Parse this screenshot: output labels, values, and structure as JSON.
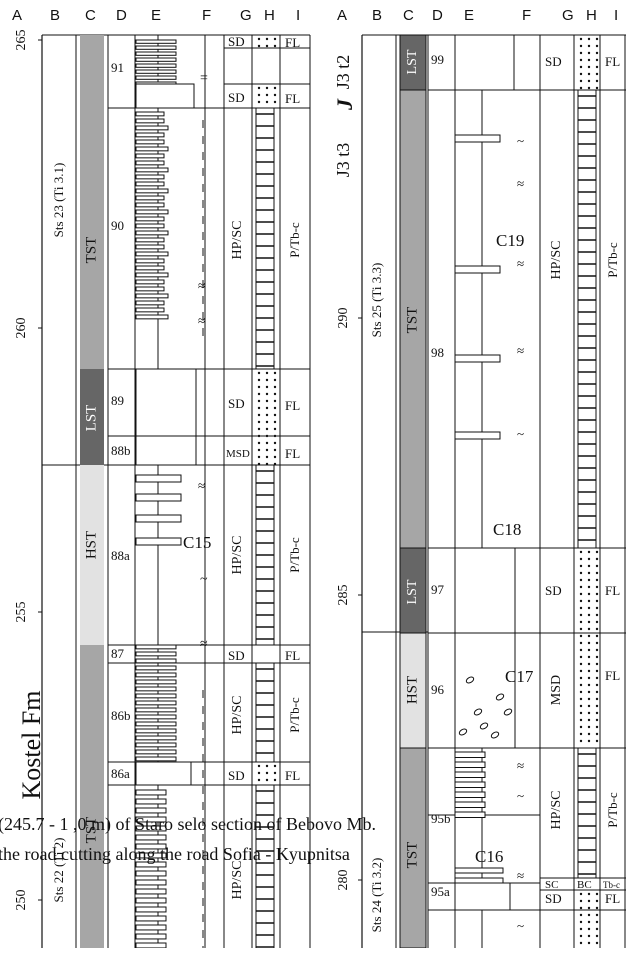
{
  "column_letters": [
    "A",
    "B",
    "C",
    "D",
    "E",
    "F",
    "G",
    "H",
    "I"
  ],
  "left_column": {
    "scale_labels": [
      "265",
      "260",
      "255",
      "250"
    ],
    "sequences": [
      "Sts 23 (Ti 3.1)",
      "Sts 22 (Ti 2)"
    ],
    "system_tracts": [
      "TST",
      "LST",
      "HST",
      "TST"
    ],
    "beds": [
      "91",
      "90",
      "89",
      "88b",
      "88a",
      "87",
      "86b",
      "86a"
    ],
    "cycles": [
      "C15"
    ],
    "facies": [
      "SD",
      "SD",
      "HP/SC",
      "SD",
      "MSD",
      "HP/SC",
      "SD",
      "HP/SC",
      "SD"
    ],
    "processes": [
      "FL",
      "FL",
      "P/Tb-c",
      "FL",
      "FL",
      "P/Tb-c",
      "FL",
      "P/Tb-c",
      "FL"
    ],
    "formation": "Kostel Fm"
  },
  "right_column": {
    "scale_labels": [
      "290",
      "285",
      "280"
    ],
    "sequences": [
      "Sts 25 (Ti 3.3)",
      "Sts 24 (Ti 3.2)"
    ],
    "system_tracts": [
      "LST",
      "TST",
      "LST",
      "HST",
      "TST"
    ],
    "beds": [
      "99",
      "98",
      "97",
      "96",
      "95b",
      "95a"
    ],
    "cycles": [
      "C19",
      "C18",
      "C17",
      "C16"
    ],
    "facies": [
      "SD",
      "HP/SC",
      "SD",
      "MSD",
      "HP/SC",
      "SC",
      "SD"
    ],
    "processes": [
      "FL",
      "P/Tb-c",
      "FL",
      "FL",
      "P/Tb-c",
      "Tb-c",
      "FL"
    ],
    "structure_label": "BC",
    "stage_main": "J",
    "stage_sub": "3",
    "stage_t": "t",
    "stage_t_sub": "2",
    "stage_J2": "J",
    "stage_J2_sub": "3",
    "stage_t2": "t",
    "stage_t2_sub": "3"
  },
  "caption": {
    "line1": "(245.7 - 1 ,0 m) of Staro selo section of Bebovo Mb.",
    "line2": "the road cutting along the road Sofia - Kyupnitsa"
  },
  "marker_sims": [
    "=",
    "~",
    "≈"
  ]
}
